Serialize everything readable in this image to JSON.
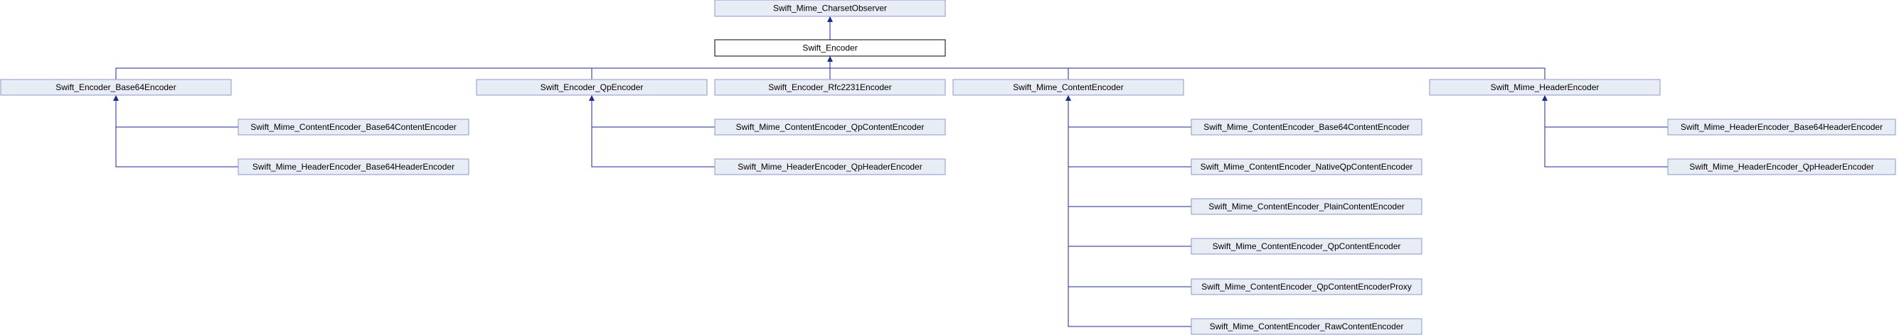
{
  "nodes": {
    "charset_observer": "Swift_Mime_CharsetObserver",
    "encoder": "Swift_Encoder",
    "base64_encoder": "Swift_Encoder_Base64Encoder",
    "qp_encoder": "Swift_Encoder_QpEncoder",
    "rfc2231_encoder": "Swift_Encoder_Rfc2231Encoder",
    "content_encoder": "Swift_Mime_ContentEncoder",
    "header_encoder": "Swift_Mime_HeaderEncoder",
    "b64_content_encoder_a": "Swift_Mime_ContentEncoder_Base64ContentEncoder",
    "b64_header_encoder_a": "Swift_Mime_HeaderEncoder_Base64HeaderEncoder",
    "qp_content_encoder_a": "Swift_Mime_ContentEncoder_QpContentEncoder",
    "qp_header_encoder_a": "Swift_Mime_HeaderEncoder_QpHeaderEncoder",
    "b64_content_encoder_b": "Swift_Mime_ContentEncoder_Base64ContentEncoder",
    "native_qp_content_encoder": "Swift_Mime_ContentEncoder_NativeQpContentEncoder",
    "plain_content_encoder": "Swift_Mime_ContentEncoder_PlainContentEncoder",
    "qp_content_encoder_b": "Swift_Mime_ContentEncoder_QpContentEncoder",
    "qp_content_encoder_proxy": "Swift_Mime_ContentEncoder_QpContentEncoderProxy",
    "raw_content_encoder": "Swift_Mime_ContentEncoder_RawContentEncoder",
    "b64_header_encoder_b": "Swift_Mime_HeaderEncoder_Base64HeaderEncoder",
    "qp_header_encoder_b": "Swift_Mime_HeaderEncoder_QpHeaderEncoder"
  },
  "colors": {
    "node_fill": "#e8ecf5",
    "node_border": "#8a99c8",
    "current_fill": "#ffffff",
    "current_border": "#000000",
    "edge": "#1c2a8f"
  }
}
